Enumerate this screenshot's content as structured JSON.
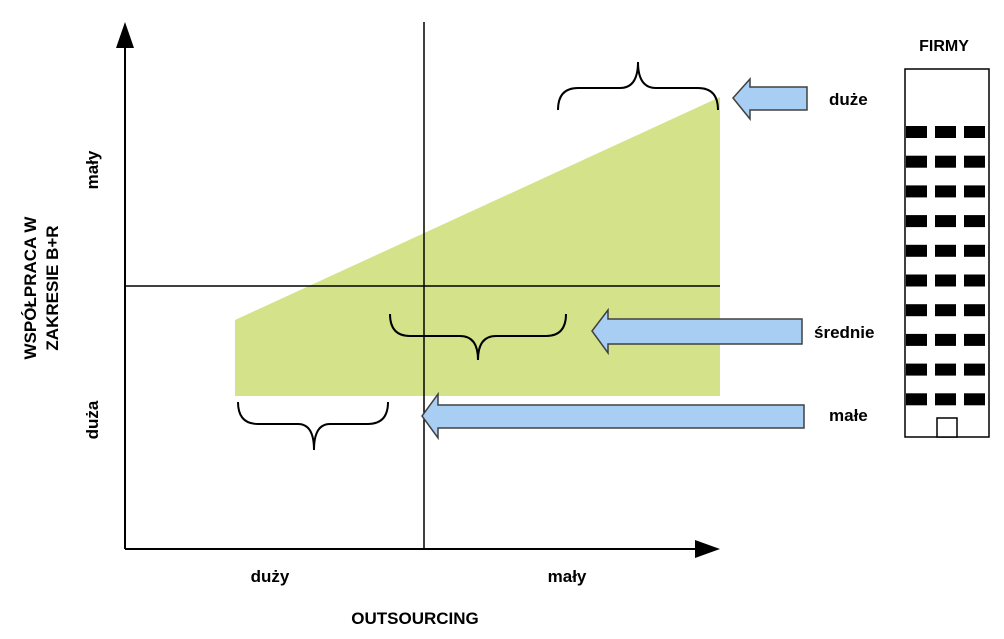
{
  "axes": {
    "x_title": "OUTSOURCING",
    "x_low": "duży",
    "x_high": "mały",
    "y_title_line1": "WSPÓŁPRACA W",
    "y_title_line2": "ZAKRESIE B+R",
    "y_top": "mały",
    "y_bottom": "duża"
  },
  "firms": {
    "title": "FIRMY",
    "large": "duże",
    "medium": "średnie",
    "small": "małe"
  },
  "colors": {
    "region_fill": "#d4e38a",
    "arrow_fill": "#a9cef4",
    "arrow_stroke": "#404040",
    "line": "#000000"
  },
  "icons": [
    "building-icon"
  ]
}
